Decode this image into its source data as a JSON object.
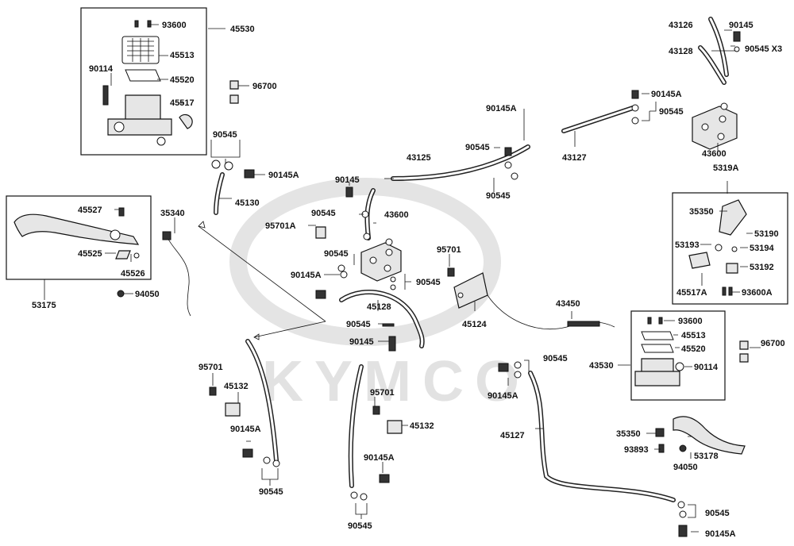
{
  "watermark": {
    "brand": "KYMCO"
  },
  "labels": [
    {
      "id": "l01",
      "text": "93600"
    },
    {
      "id": "l02",
      "text": "45530"
    },
    {
      "id": "l03",
      "text": "45513"
    },
    {
      "id": "l04",
      "text": "90114"
    },
    {
      "id": "l05",
      "text": "45520"
    },
    {
      "id": "l06",
      "text": "96700"
    },
    {
      "id": "l07",
      "text": "45517"
    },
    {
      "id": "l08",
      "text": "90545"
    },
    {
      "id": "l09",
      "text": "90145A"
    },
    {
      "id": "l10",
      "text": "45130"
    },
    {
      "id": "l11",
      "text": "45527"
    },
    {
      "id": "l12",
      "text": "35340"
    },
    {
      "id": "l13",
      "text": "45525"
    },
    {
      "id": "l14",
      "text": "45526"
    },
    {
      "id": "l15",
      "text": "53175"
    },
    {
      "id": "l16",
      "text": "94050"
    },
    {
      "id": "l17",
      "text": "90145A"
    },
    {
      "id": "l18",
      "text": "90545"
    },
    {
      "id": "l19",
      "text": "43125"
    },
    {
      "id": "l20",
      "text": "90545"
    },
    {
      "id": "l21",
      "text": "90145"
    },
    {
      "id": "l22",
      "text": "90545"
    },
    {
      "id": "l23",
      "text": "43600"
    },
    {
      "id": "l24",
      "text": "95701A"
    },
    {
      "id": "l25",
      "text": "90545"
    },
    {
      "id": "l26",
      "text": "90145A"
    },
    {
      "id": "l27",
      "text": "90545"
    },
    {
      "id": "l28",
      "text": "95701"
    },
    {
      "id": "l29",
      "text": "45128"
    },
    {
      "id": "l30",
      "text": "90545"
    },
    {
      "id": "l31",
      "text": "90145"
    },
    {
      "id": "l32",
      "text": "95701"
    },
    {
      "id": "l33",
      "text": "45132"
    },
    {
      "id": "l34",
      "text": "90145A"
    },
    {
      "id": "l35",
      "text": "90545"
    },
    {
      "id": "l36",
      "text": "95701"
    },
    {
      "id": "l37",
      "text": "45132"
    },
    {
      "id": "l38",
      "text": "90145A"
    },
    {
      "id": "l39",
      "text": "90545"
    },
    {
      "id": "l40",
      "text": "45124"
    },
    {
      "id": "l41",
      "text": "43450"
    },
    {
      "id": "l42",
      "text": "43127"
    },
    {
      "id": "l43",
      "text": "43126"
    },
    {
      "id": "l44",
      "text": "90145"
    },
    {
      "id": "l45",
      "text": "43128"
    },
    {
      "id": "l46",
      "text": "90545 X3"
    },
    {
      "id": "l47",
      "text": "90145A"
    },
    {
      "id": "l48",
      "text": "90545"
    },
    {
      "id": "l49",
      "text": "43600"
    },
    {
      "id": "l50",
      "text": "5319A"
    },
    {
      "id": "l51",
      "text": "35350"
    },
    {
      "id": "l52",
      "text": "53190"
    },
    {
      "id": "l53",
      "text": "53193"
    },
    {
      "id": "l54",
      "text": "53194"
    },
    {
      "id": "l55",
      "text": "53192"
    },
    {
      "id": "l56",
      "text": "45517A"
    },
    {
      "id": "l57",
      "text": "93600A"
    },
    {
      "id": "l58",
      "text": "93600"
    },
    {
      "id": "l59",
      "text": "45513"
    },
    {
      "id": "l60",
      "text": "45520"
    },
    {
      "id": "l61",
      "text": "90114"
    },
    {
      "id": "l62",
      "text": "43530"
    },
    {
      "id": "l63",
      "text": "96700"
    },
    {
      "id": "l64",
      "text": "90545"
    },
    {
      "id": "l65",
      "text": "90145A"
    },
    {
      "id": "l66",
      "text": "45127"
    },
    {
      "id": "l67",
      "text": "35350"
    },
    {
      "id": "l68",
      "text": "93893"
    },
    {
      "id": "l69",
      "text": "53178"
    },
    {
      "id": "l70",
      "text": "94050"
    },
    {
      "id": "l71",
      "text": "90545"
    },
    {
      "id": "l72",
      "text": "90145A"
    }
  ]
}
